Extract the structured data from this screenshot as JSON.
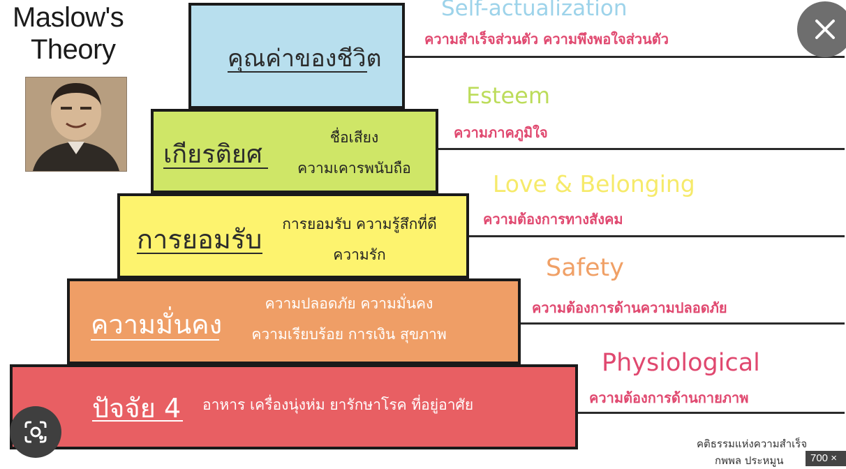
{
  "title": {
    "line1": "Maslow's",
    "line2": "Theory"
  },
  "levels": [
    {
      "thai_main": "คุณค่าของชีวิต",
      "desc1": "",
      "desc2": "",
      "english": "Self-actualization",
      "thai_need": "ความสำเร็จส่วนตัว ความพึงพอใจส่วนตัว",
      "box_color": "#b8dfee",
      "english_color": "#9dd3ea"
    },
    {
      "thai_main": "เกียรติยศ",
      "desc1": "ชื่อเสียง",
      "desc2": "ความเคารพนับถือ",
      "english": "Esteem",
      "thai_need": "ความภาคภูมิใจ",
      "box_color": "#cfe667",
      "english_color": "#bcdc5a"
    },
    {
      "thai_main": "การยอมรับ",
      "desc1": "การยอมรับ ความรู้สึกที่ดี",
      "desc2": "ความรัก",
      "english": "Love & Belonging",
      "thai_need": "ความต้องการทางสังคม",
      "box_color": "#fdf36e",
      "english_color": "#f6ea6a"
    },
    {
      "thai_main": "ความมั่นคง",
      "desc1": "ความปลอดภัย ความมั่นคง",
      "desc2": "ความเรียบร้อย การเงิน สุขภาพ",
      "english": "Safety",
      "thai_need": "ความต้องการด้านความปลอดภัย",
      "box_color": "#ef9e66",
      "english_color": "#f0a066"
    },
    {
      "thai_main": "ปัจจัย 4",
      "desc1": "อาหาร เครื่องนุ่งห่ม ยารักษาโรค ที่อยู่อาศัย",
      "desc2": "",
      "english": "Physiological",
      "thai_need": "ความต้องการด้านกายภาพ",
      "box_color": "#e85f63",
      "english_color": "#e0486f"
    }
  ],
  "credit": {
    "line1": "คติธรรมแห่งความสำเร็จ",
    "line2": "กพพล ประหมูน"
  },
  "ui": {
    "image_size_badge": "700 ×"
  }
}
